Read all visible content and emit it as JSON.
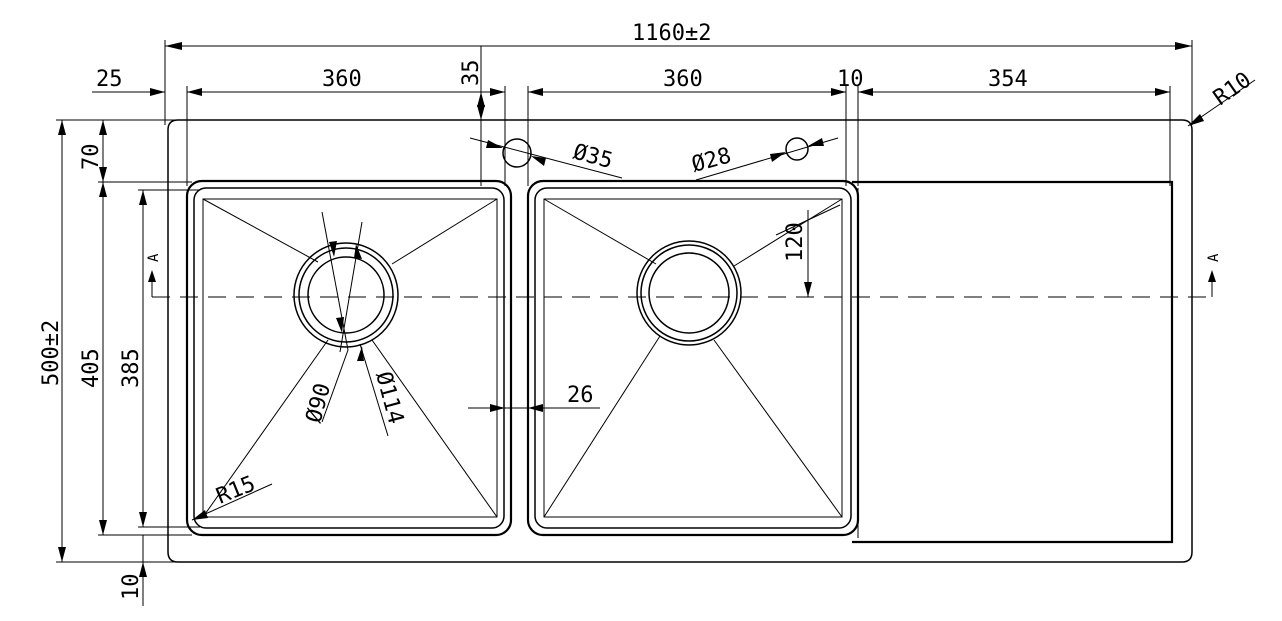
{
  "drawing": {
    "dims": {
      "overall_width": "1160±2",
      "overall_depth": "500±2",
      "left_margin": "25",
      "left_bowl_width": "360",
      "right_bowl_width": "360",
      "bowl_gap_right": "10",
      "drainboard_width": "354",
      "corner_radius": "R10",
      "tap_hole_offset": "35",
      "back_ledge": "70",
      "bowl_depth_outer": "405",
      "bowl_depth_inner": "385",
      "bottom_margin": "10",
      "drain_offset": "120",
      "bowl_gap": "26",
      "inner_radius": "R15",
      "tap_hole_large": "Ø35",
      "tap_hole_small": "Ø28",
      "drain_inner": "Ø90",
      "drain_outer": "Ø114"
    },
    "section_markers": [
      "A",
      "A"
    ]
  }
}
